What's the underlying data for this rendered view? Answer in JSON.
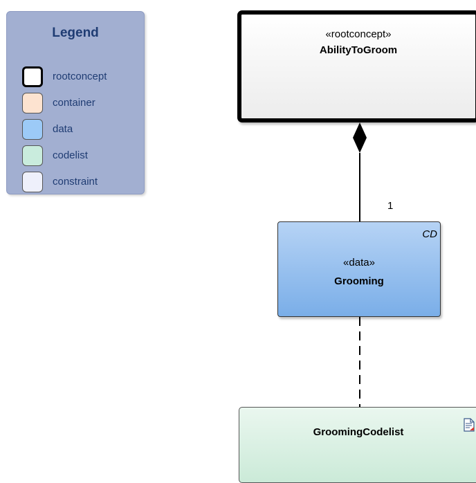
{
  "legend": {
    "title": "Legend",
    "items": [
      {
        "label": "rootconcept",
        "color": "#ffffff",
        "kind": "root"
      },
      {
        "label": "container",
        "color": "#fde3d0",
        "kind": "container"
      },
      {
        "label": "data",
        "color": "#9ccaf7",
        "kind": "data"
      },
      {
        "label": "codelist",
        "color": "#c9ecdd",
        "kind": "codelist"
      },
      {
        "label": "constraint",
        "color": "#eef0fb",
        "kind": "constraint"
      }
    ]
  },
  "diagram": {
    "root": {
      "stereotype": "«rootconcept»",
      "name": "AbilityToGroom"
    },
    "data": {
      "stereotype": "«data»",
      "name": "Grooming",
      "tag": "CD"
    },
    "codelist": {
      "name": "GroomingCodelist"
    },
    "association": {
      "multiplicity": "1"
    }
  }
}
